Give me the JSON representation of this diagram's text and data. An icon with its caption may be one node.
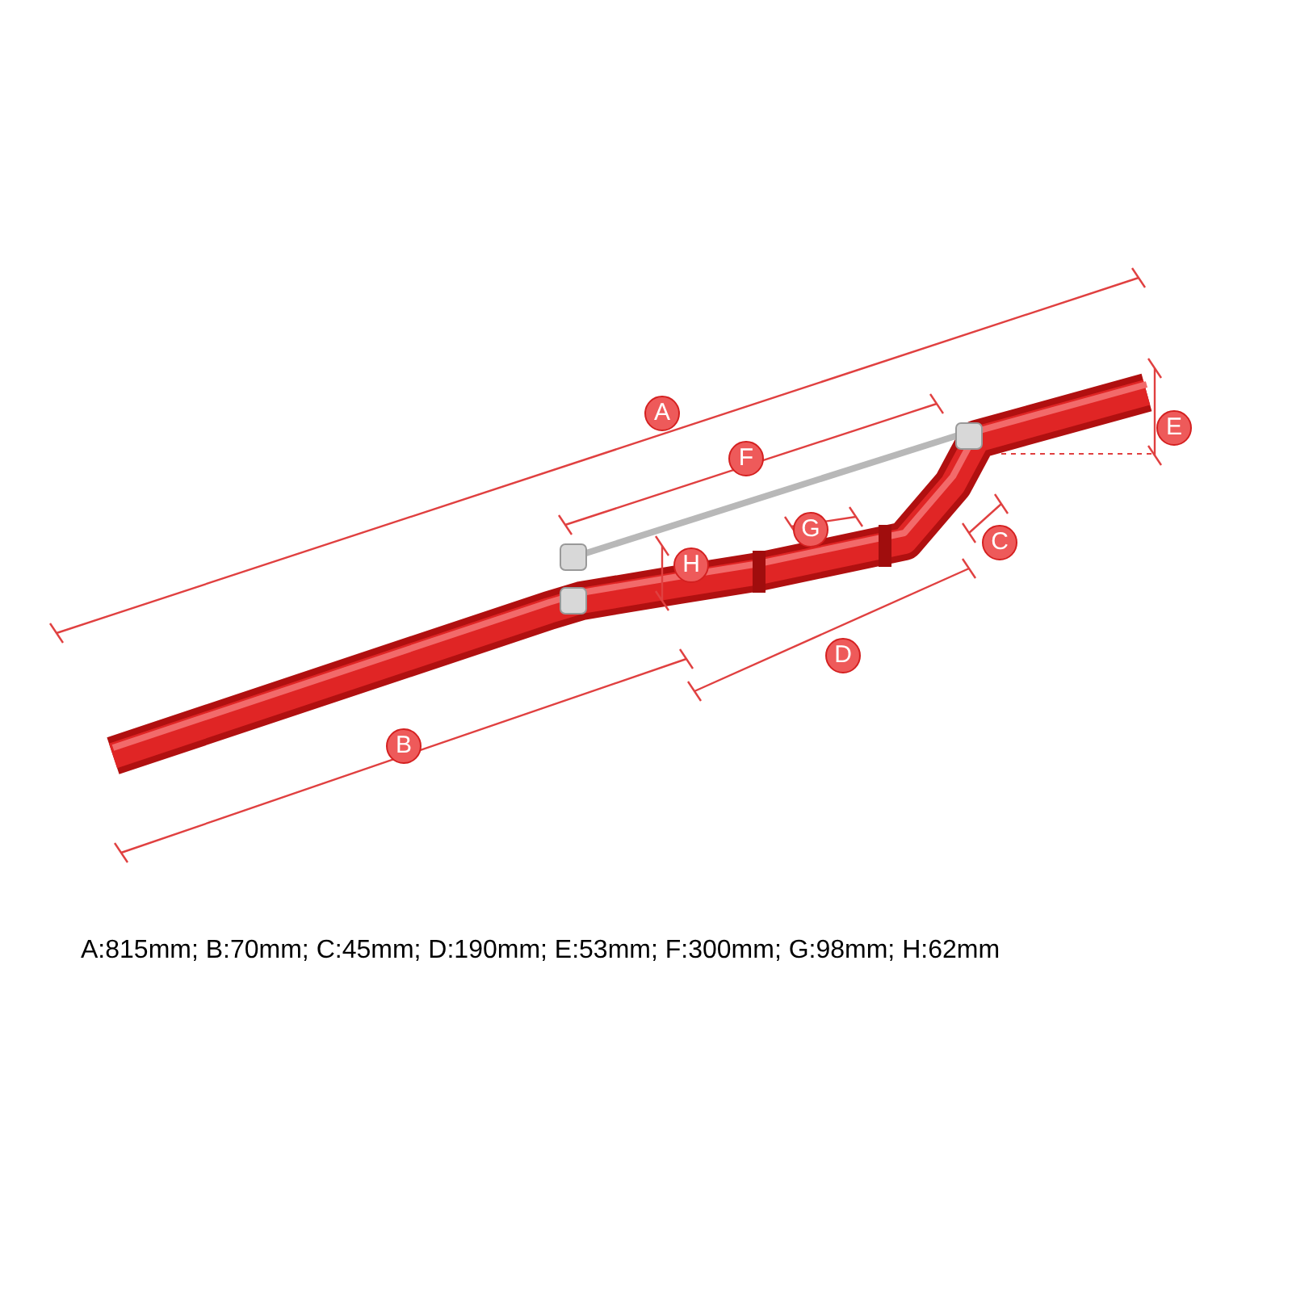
{
  "diagram": {
    "labels": [
      "A",
      "E",
      "F",
      "C",
      "G",
      "H",
      "D",
      "B",
      "A:815mm; B:70mm; C:45mm; D:190mm; E:53mm; F:300mm; G:98mm; H:62mm"
    ]
  }
}
